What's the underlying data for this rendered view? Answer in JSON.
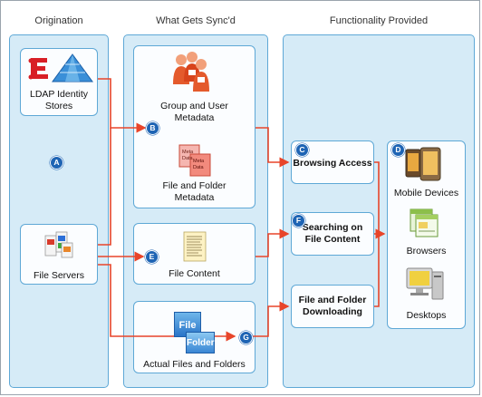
{
  "headers": {
    "origination": "Origination",
    "synced": "What Gets Sync'd",
    "functionality": "Functionality Provided"
  },
  "origination": {
    "ldap_label_line1": "LDAP Identity",
    "ldap_label_line2": "Stores",
    "file_servers_label": "File Servers",
    "badge": "A"
  },
  "synced": {
    "group_user_line1": "Group and User",
    "group_user_line2": "Metadata",
    "file_folder_meta_line1": "File and Folder",
    "file_folder_meta_line2": "Metadata",
    "metadata_doc_text1": "Meta",
    "metadata_doc_text2": "Data",
    "file_content": "File Content",
    "actual_files": "Actual Files and Folders",
    "file_icon_text": "File",
    "folder_icon_text": "Folder",
    "badge_b": "B",
    "badge_e": "E",
    "badge_g": "G"
  },
  "functionality": {
    "browsing": "Browsing Access",
    "searching_line1": "Searching on",
    "searching_line2": "File Content",
    "downloading_line1": "File and Folder",
    "downloading_line2": "Downloading",
    "mobile": "Mobile Devices",
    "browsers": "Browsers",
    "desktops": "Desktops",
    "badge_c": "C",
    "badge_f": "F",
    "badge_d": "D"
  },
  "colors": {
    "arrow": "#e8452a",
    "column_fill": "#d6ebf7",
    "border": "#5ea8d6",
    "badge": "#1e64b4"
  }
}
